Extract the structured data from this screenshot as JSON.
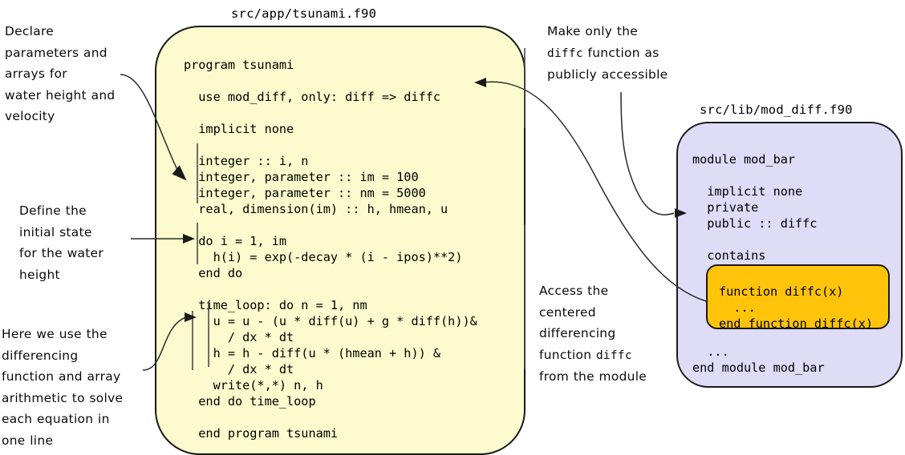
{
  "diagram": {
    "title": "Fortran tsunami program and mod_diff module annotated diagram",
    "colors": {
      "panel_tsunami_bg": "#fbfbcd",
      "panel_moddiff_bg": "#dedcf7",
      "highlight_function_bg": "#ffc409",
      "outline": "#1a1a1a",
      "connector": "#2a2a2a",
      "text": "#000000"
    }
  },
  "captions": {
    "tsunami_path": "src/app/tsunami.f90",
    "moddiff_path": "src/lib/mod_diff.f90"
  },
  "code": {
    "tsunami": "program tsunami\n\n  use mod_diff, only: diff => diffc\n\n  implicit none\n\n  integer :: i, n\n  integer, parameter :: im = 100\n  integer, parameter :: nm = 5000\n  real, dimension(im) :: h, hmean, u\n\n  do i = 1, im\n    h(i) = exp(-decay * (i - ipos)**2)\n  end do\n\n  time_loop: do n = 1, nm\n    u = u - (u * diff(u) + g * diff(h))&\n      / dx * dt\n    h = h - diff(u * (hmean + h)) &\n      / dx * dt\n    write(*,*) n, h\n  end do time_loop\n\n  end program tsunami",
    "moddiff": "module mod_bar\n\n  implicit none\n  private\n  public :: diffc\n\n  contains\n\n\n\n\n\n  ...\nend module mod_bar",
    "highlight_function": "function diffc(x)\n  ...\nend function diffc(x)"
  },
  "notes": {
    "declare": {
      "lines": [
        "Declare",
        "parameters and",
        "arrays for",
        "water height and",
        "velocity"
      ],
      "text": "Declare\nparameters and\narrays for\nwater height and\nvelocity"
    },
    "define": {
      "lines": [
        "Define the",
        "initial state",
        "for the water",
        "height"
      ],
      "text": "Define the\ninitial state\nfor the water\nheight"
    },
    "here": {
      "lines": [
        "Here we use the",
        "differencing",
        "function and array",
        "arithmetic to solve",
        "each equation in",
        "one line"
      ],
      "text": "Here we use the\ndifferencing\nfunction and array\narithmetic to solve\neach equation in\none line"
    },
    "make": {
      "line1": "Make only the",
      "mono": "diffc",
      "line2_tail": " function as",
      "line3": "publicly accessible",
      "text": "Make only the diffc function as publicly accessible"
    },
    "access": {
      "line1": "Access the",
      "line2": "centered",
      "line3": "differencing",
      "line4_head": "function ",
      "mono": "diffc",
      "line5": "from the module",
      "text": "Access the centered differencing function diffc from the module"
    }
  }
}
